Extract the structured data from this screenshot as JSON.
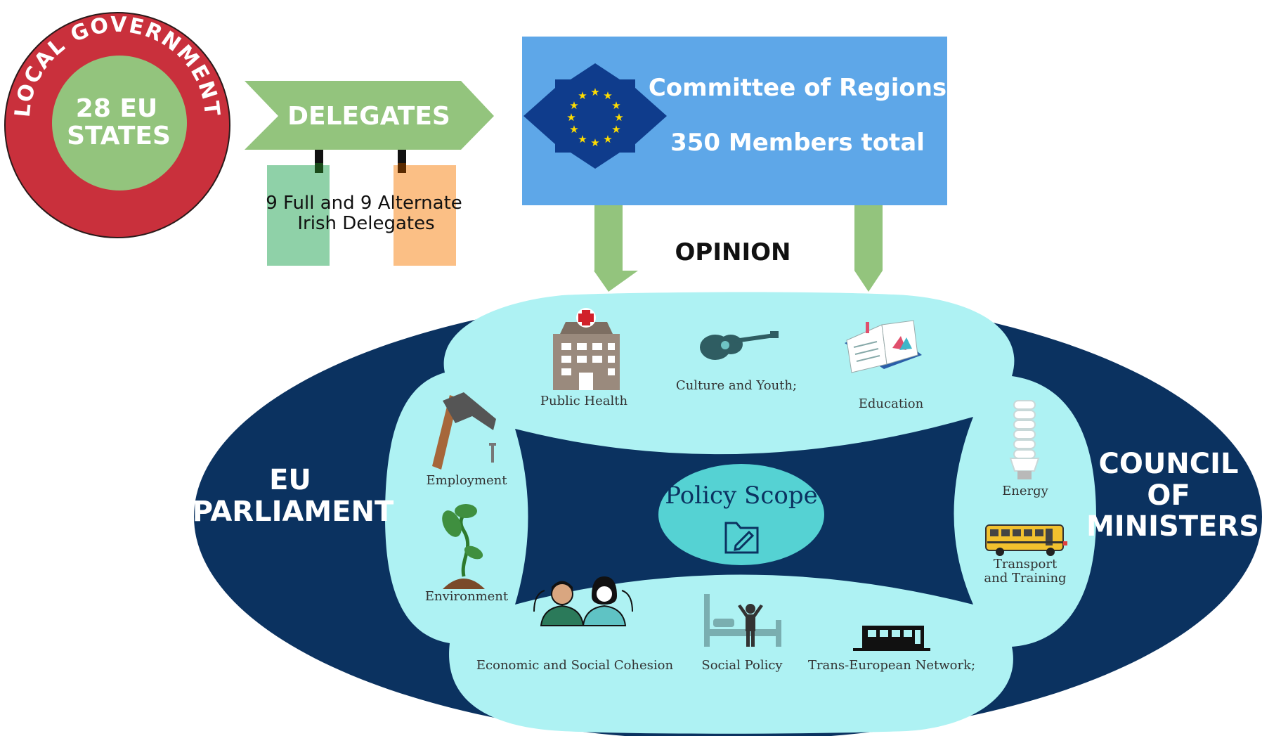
{
  "local_government": {
    "ring_label": "LOCAL GOVERNMENT",
    "center_line1": "28 EU",
    "center_line2": "STATES",
    "ring_color": "#c9303c",
    "center_color": "#93c47d"
  },
  "delegates": {
    "label": "DELEGATES",
    "note_line1": "9 Full and 9 Alternate",
    "note_line2": "Irish Delegates",
    "arrow_color": "#93c47d",
    "left_sign_color": "#8fd1a8",
    "right_sign_color": "#fbbf85"
  },
  "committee": {
    "title": "Committee of Regions",
    "members": "350 Members total",
    "box_color": "#5ea7e8",
    "logo_icon": "eu-stars-logo-icon"
  },
  "opinion": {
    "label": "OPINION"
  },
  "bodies": {
    "parliament_line1": "EU",
    "parliament_line2": "PARLIAMENT",
    "council_line1": "COUNCIL",
    "council_line2": "OF",
    "council_line3": "MINISTERS",
    "ellipse_color": "#0b3260",
    "inner_color": "#aef2f3"
  },
  "policy": {
    "title": "Policy Scope",
    "center_color": "#55d2d3",
    "icon": "folder-edit-icon"
  },
  "areas": {
    "public_health": "Public Health",
    "culture_youth": "Culture and Youth;",
    "education": "Education",
    "employment": "Employment",
    "environment": "Environment",
    "energy": "Energy",
    "transport_line1": "Transport",
    "transport_line2": "and Training",
    "economic": "Economic and Social Cohesion",
    "social_policy": "Social Policy",
    "trans_european": "Trans-European Network;"
  }
}
